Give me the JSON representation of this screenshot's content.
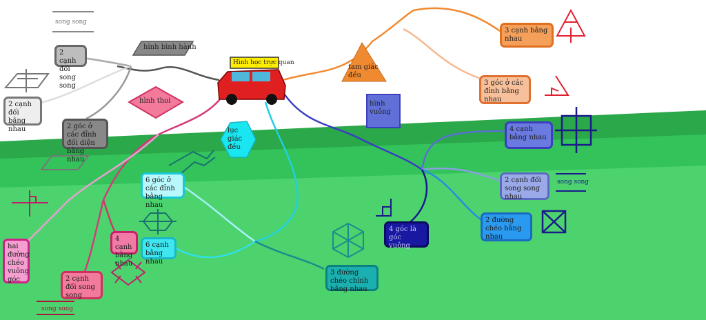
{
  "center": {
    "label": "Hình học trực quan"
  },
  "shapes": {
    "parallelogram": "hình bình hành",
    "rhombus": "hình thoi",
    "triangle": "tam giác đều",
    "square": "hình vuông",
    "hexagon": "lục giác đều"
  },
  "parallelogram_props": [
    "2 cạnh đối song song",
    "2 cạnh đối bằng nhau",
    "2 góc ở các đỉnh đối diện bằng nhau"
  ],
  "rhombus_props": [
    "hai đường chéo vuông góc",
    "2 cạnh đối song song",
    "4 cạnh bằng nhau"
  ],
  "hexagon_props": [
    "6 góc ở các đỉnh bằng nhau",
    "6 cạnh bằng nhau",
    "3 đường chéo chính bằng nhau"
  ],
  "triangle_props": [
    "3 cạnh bằng nhau",
    "3 góc ở các đỉnh bằng nhau"
  ],
  "square_props": [
    "4 cạnh bằng nhau",
    "2 cạnh đối song song nhau",
    "2 đường chéo bằng nhau",
    "4 góc là góc vuông"
  ],
  "annotations": {
    "song_song_top": "song song",
    "song_song_right": "song song",
    "song_song_bottom": "song song"
  },
  "colors": {
    "sky": "#ffffff",
    "grass_dark": "#2aa84a",
    "grass_mid": "#33c35a",
    "grass_light": "#4cd36e",
    "car": "#e02020",
    "sign": "#ffee00",
    "orange": "#f08a30",
    "blue": "#3a3fc0",
    "cyan": "#19e6f0",
    "pink": "#e0407a",
    "gray": "#888888"
  }
}
